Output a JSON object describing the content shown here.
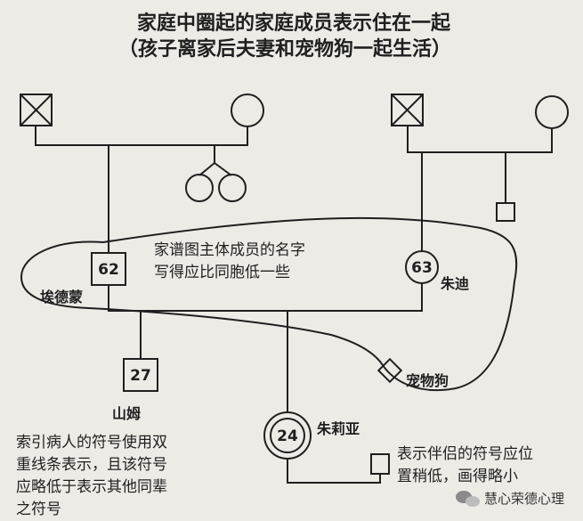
{
  "title": {
    "line1": "家庭中圈起的家庭成员表示住在一起",
    "line2": "（孩子离家后夫妻和宠物狗一起生活）"
  },
  "members": {
    "edmond": {
      "name": "埃德蒙",
      "age": "62"
    },
    "judy": {
      "name": "朱迪",
      "age": "63"
    },
    "sam": {
      "name": "山姆",
      "age": "27"
    },
    "julia": {
      "name": "朱莉亚",
      "age": "24"
    },
    "dog": {
      "name": "宠物狗"
    }
  },
  "notes": {
    "main_line1": "家谱图主体成员的名字",
    "main_line2": "写得应比同胞低一些",
    "index_line1": "索引病人的符号使用双",
    "index_line2": "重线条表示，且该符号",
    "index_line3": "应略低于表示其他同辈",
    "index_line4": "之符号",
    "partner_line1": "表示伴侣的符号应位",
    "partner_line2": "置稍低，画得略小"
  },
  "watermark": {
    "text": "慧心荣德心理",
    "icon": "wechat-icon"
  },
  "colors": {
    "background": "#ecebe6",
    "ink": "#1f1f1f"
  }
}
